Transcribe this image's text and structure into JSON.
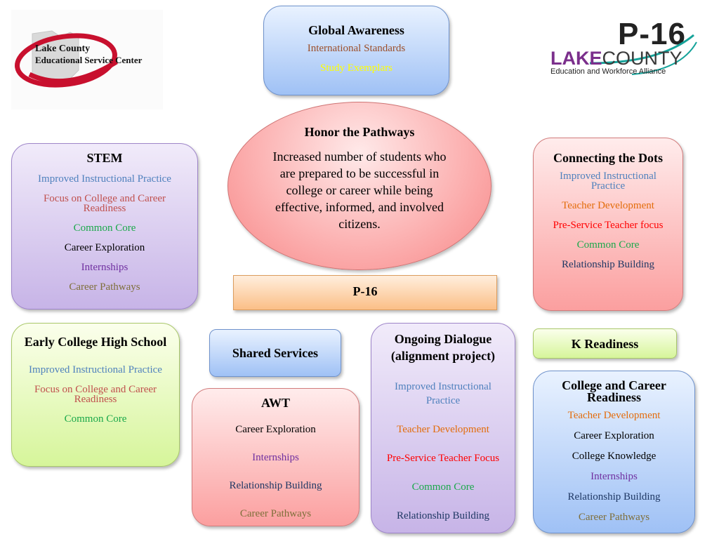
{
  "logos": {
    "left": {
      "line1": "Lake County",
      "line2": "Educational Service Center"
    },
    "right": {
      "mark": "P-16",
      "lake": "LAKE",
      "county": "COUNTY",
      "subtitle": "Education and Workforce Alliance"
    }
  },
  "global_awareness": {
    "title": "Global Awareness",
    "items": [
      {
        "text": "International Standards",
        "color": "#9c4f2a"
      },
      {
        "text": "Study Exemplars",
        "color": "#ffff00"
      }
    ]
  },
  "honor": {
    "title": "Honor the Pathways",
    "body": "Increased number of students who are prepared to be successful in college or career while being effective, informed, and involved citizens."
  },
  "p16": {
    "label": "P-16"
  },
  "stem": {
    "title": "STEM",
    "items": [
      {
        "text": "Improved Instructional Practice",
        "color": "#4f81bd"
      },
      {
        "text": "Focus on College and Career Readiness",
        "color": "#c0504d"
      },
      {
        "text": "Common Core",
        "color": "#1aa84a"
      },
      {
        "text": "Career Exploration",
        "color": "#000000"
      },
      {
        "text": "Internships",
        "color": "#7030a0"
      },
      {
        "text": "Career Pathways",
        "color": "#7f6f3a"
      }
    ]
  },
  "connecting": {
    "title": "Connecting the Dots",
    "items": [
      {
        "text": "Improved Instructional Practice",
        "color": "#4f81bd"
      },
      {
        "text": "Teacher Development",
        "color": "#e36c0a"
      },
      {
        "text": "Pre-Service Teacher focus",
        "color": "#ff0000"
      },
      {
        "text": "Common Core",
        "color": "#1aa84a"
      },
      {
        "text": "Relationship Building",
        "color": "#1f3864"
      }
    ]
  },
  "early_college": {
    "title": "Early College High School",
    "items": [
      {
        "text": "Improved Instructional Practice",
        "color": "#4f81bd"
      },
      {
        "text": "Focus on College and Career Readiness",
        "color": "#c0504d"
      },
      {
        "text": "Common Core",
        "color": "#1aa84a"
      }
    ]
  },
  "shared_services": {
    "label": "Shared Services"
  },
  "awt": {
    "title": "AWT",
    "items": [
      {
        "text": "Career Exploration",
        "color": "#000000"
      },
      {
        "text": "Internships",
        "color": "#7030a0"
      },
      {
        "text": "Relationship Building",
        "color": "#1f3864"
      },
      {
        "text": "Career Pathways",
        "color": "#7f6f3a"
      }
    ]
  },
  "ongoing": {
    "title": "Ongoing Dialogue (alignment project)",
    "items": [
      {
        "text": "Improved Instructional Practice",
        "color": "#4f81bd"
      },
      {
        "text": "Teacher Development",
        "color": "#e36c0a"
      },
      {
        "text": "Pre-Service Teacher Focus",
        "color": "#ff0000"
      },
      {
        "text": "Common Core",
        "color": "#1aa84a"
      },
      {
        "text": "Relationship Building",
        "color": "#1f3864"
      }
    ]
  },
  "k_readiness": {
    "label": "K Readiness"
  },
  "college_career": {
    "title": "College and Career Readiness",
    "items": [
      {
        "text": "Teacher Development",
        "color": "#e36c0a"
      },
      {
        "text": "Career Exploration",
        "color": "#000000"
      },
      {
        "text": "College Knowledge",
        "color": "#000000"
      },
      {
        "text": "Internships",
        "color": "#7030a0"
      },
      {
        "text": "Relationship Building",
        "color": "#1f3864"
      },
      {
        "text": "Career Pathways",
        "color": "#7f6f3a"
      }
    ]
  }
}
